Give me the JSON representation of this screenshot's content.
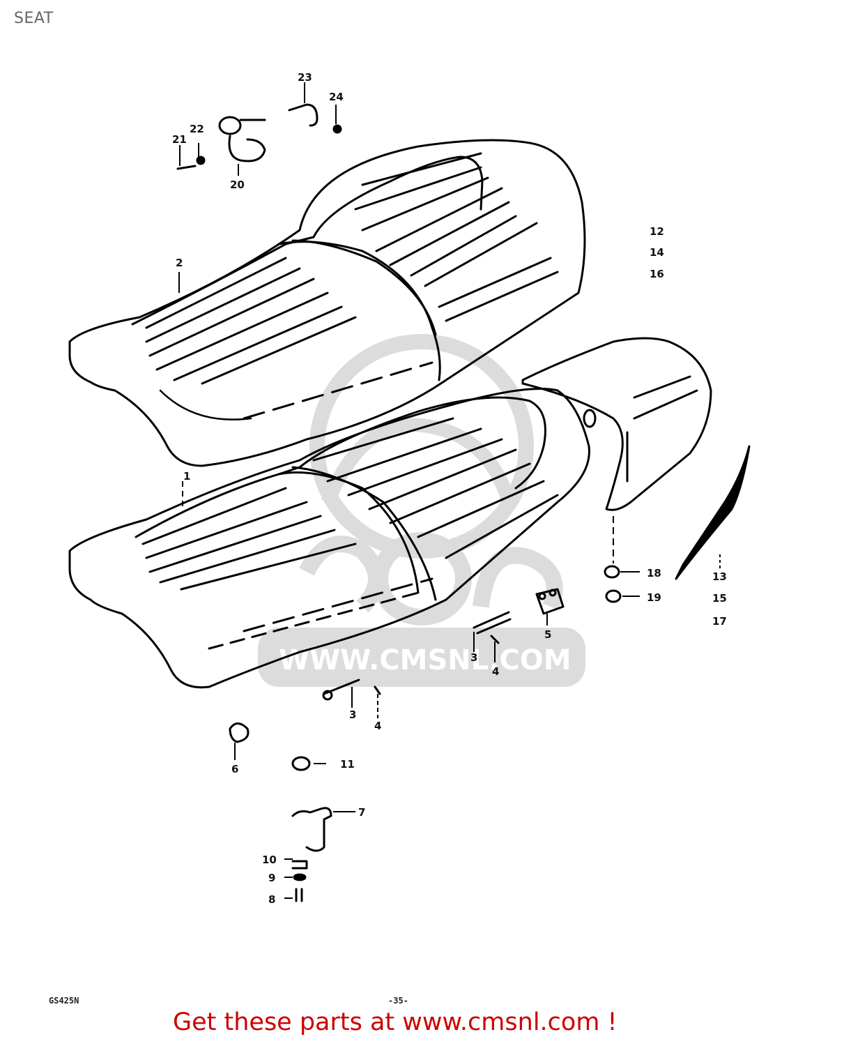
{
  "page": {
    "title": "SEAT"
  },
  "diagram": {
    "watermark": {
      "text": "WWW.CMSNL.COM",
      "logo": "cms-logo",
      "color": "#d9d9d9"
    },
    "callouts": [
      {
        "id": "1",
        "label": "1"
      },
      {
        "id": "2",
        "label": "2"
      },
      {
        "id": "3a",
        "label": "3"
      },
      {
        "id": "4a",
        "label": "4"
      },
      {
        "id": "3b",
        "label": "3"
      },
      {
        "id": "4b",
        "label": "4"
      },
      {
        "id": "5",
        "label": "5"
      },
      {
        "id": "6",
        "label": "6"
      },
      {
        "id": "7",
        "label": "7"
      },
      {
        "id": "8",
        "label": "8"
      },
      {
        "id": "9",
        "label": "9"
      },
      {
        "id": "10",
        "label": "10"
      },
      {
        "id": "11",
        "label": "11"
      },
      {
        "id": "12",
        "label": "12"
      },
      {
        "id": "13",
        "label": "13"
      },
      {
        "id": "14",
        "label": "14"
      },
      {
        "id": "15",
        "label": "15"
      },
      {
        "id": "16",
        "label": "16"
      },
      {
        "id": "17",
        "label": "17"
      },
      {
        "id": "18",
        "label": "18"
      },
      {
        "id": "19",
        "label": "19"
      },
      {
        "id": "20",
        "label": "20"
      },
      {
        "id": "21",
        "label": "21"
      },
      {
        "id": "22",
        "label": "22"
      },
      {
        "id": "23",
        "label": "23"
      },
      {
        "id": "24",
        "label": "24"
      }
    ],
    "footer_code": "GS425N",
    "page_number": "-35-"
  },
  "cta": {
    "text": "Get these parts at www.cmsnl.com !",
    "color": "#cc0000"
  }
}
